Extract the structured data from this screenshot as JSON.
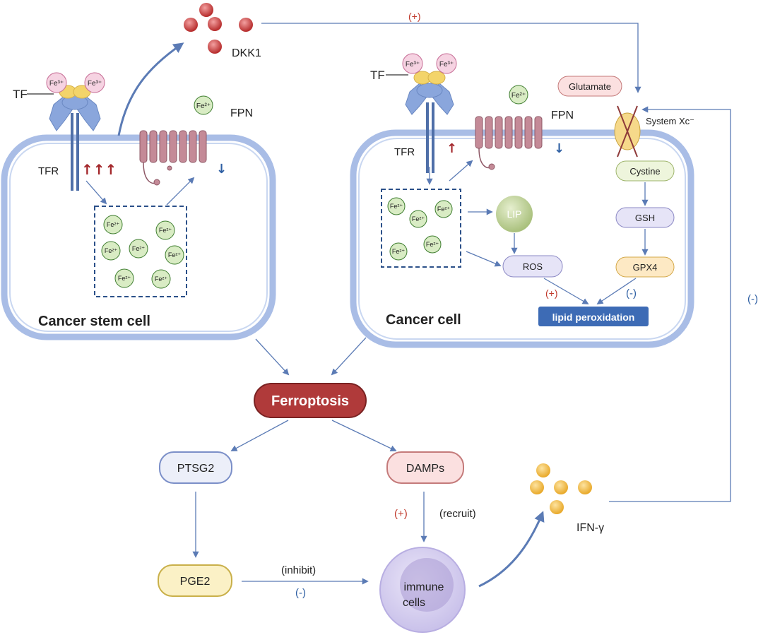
{
  "labels": {
    "tf_left": "TF",
    "tfr_left": "TFR",
    "fpn_left": "FPN",
    "dkk1": "DKK1",
    "cancer_stem_cell": "Cancer stem cell",
    "tf_right": "TF",
    "tfr_right": "TFR",
    "fpn_right": "FPN",
    "system_xc": "System Xc⁻",
    "glutamate": "Glutamate",
    "cystine": "Cystine",
    "gsh": "GSH",
    "gpx4": "GPX4",
    "lip": "LIP",
    "ros": "ROS",
    "lipid_peroxidation": "lipid peroxidation",
    "cancer_cell": "Cancer cell",
    "ferroptosis": "Ferroptosis",
    "ptsg2": "PTSG2",
    "pge2": "PGE2",
    "damps": "DAMPs",
    "immune_cells_1": "immune",
    "immune_cells_2": "cells",
    "ifn_gamma": "IFN-γ",
    "inhibit": "(inhibit)",
    "recruit": "(recruit)",
    "sign_plus_top": "(+)",
    "sign_minus_right": "(-)",
    "sign_plus_ros": "(+)",
    "sign_minus_gpx4": "(-)",
    "sign_plus_damps": "(+)",
    "sign_minus_pge2": "(-)",
    "fe3": "Fe³⁺",
    "fe2": "Fe²⁺",
    "arrow_up_triple": "↑↑↑",
    "arrow_up_single": "↑",
    "arrow_down": "↓"
  },
  "colors": {
    "cell_membrane": "#a9bde6",
    "cell_fill": "#ffffff",
    "ferroptosis_fill": "#b03a3a",
    "lipid_fill": "#3d6bb5",
    "red_sign": "#c0392b",
    "blue_sign": "#2e5fa3",
    "arrow": "#5b7bb5",
    "fe_circle": "#d9ecc4",
    "dkk1_dot": "#c0393b",
    "ifn_dot": "#f0b93a"
  }
}
